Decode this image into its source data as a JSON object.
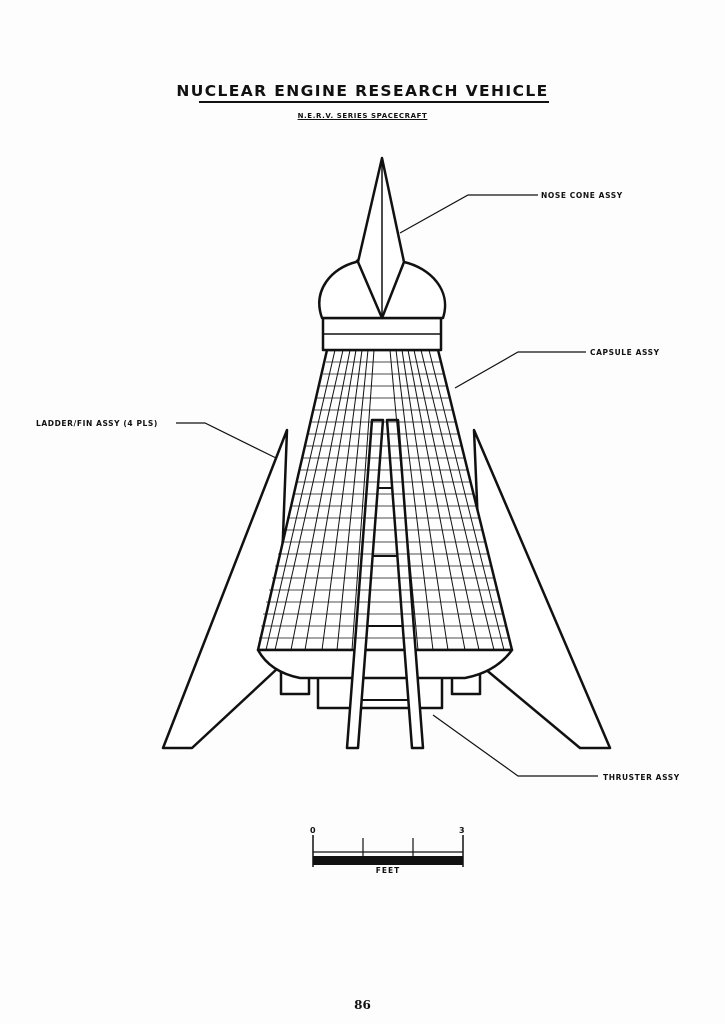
{
  "title": "NUCLEAR ENGINE RESEARCH VEHICLE",
  "subtitle": "N.E.R.V. SERIES SPACECRAFT",
  "callouts": {
    "nose_cone": "NOSE CONE ASSY",
    "capsule": "CAPSULE ASSY",
    "ladder_fin": "LADDER/FIN ASSY (4 PLS)",
    "thruster": "THRUSTER ASSY"
  },
  "scale_bar": {
    "start_label": "0",
    "end_label": "3",
    "unit_label": "FEET"
  },
  "page_number": "86"
}
